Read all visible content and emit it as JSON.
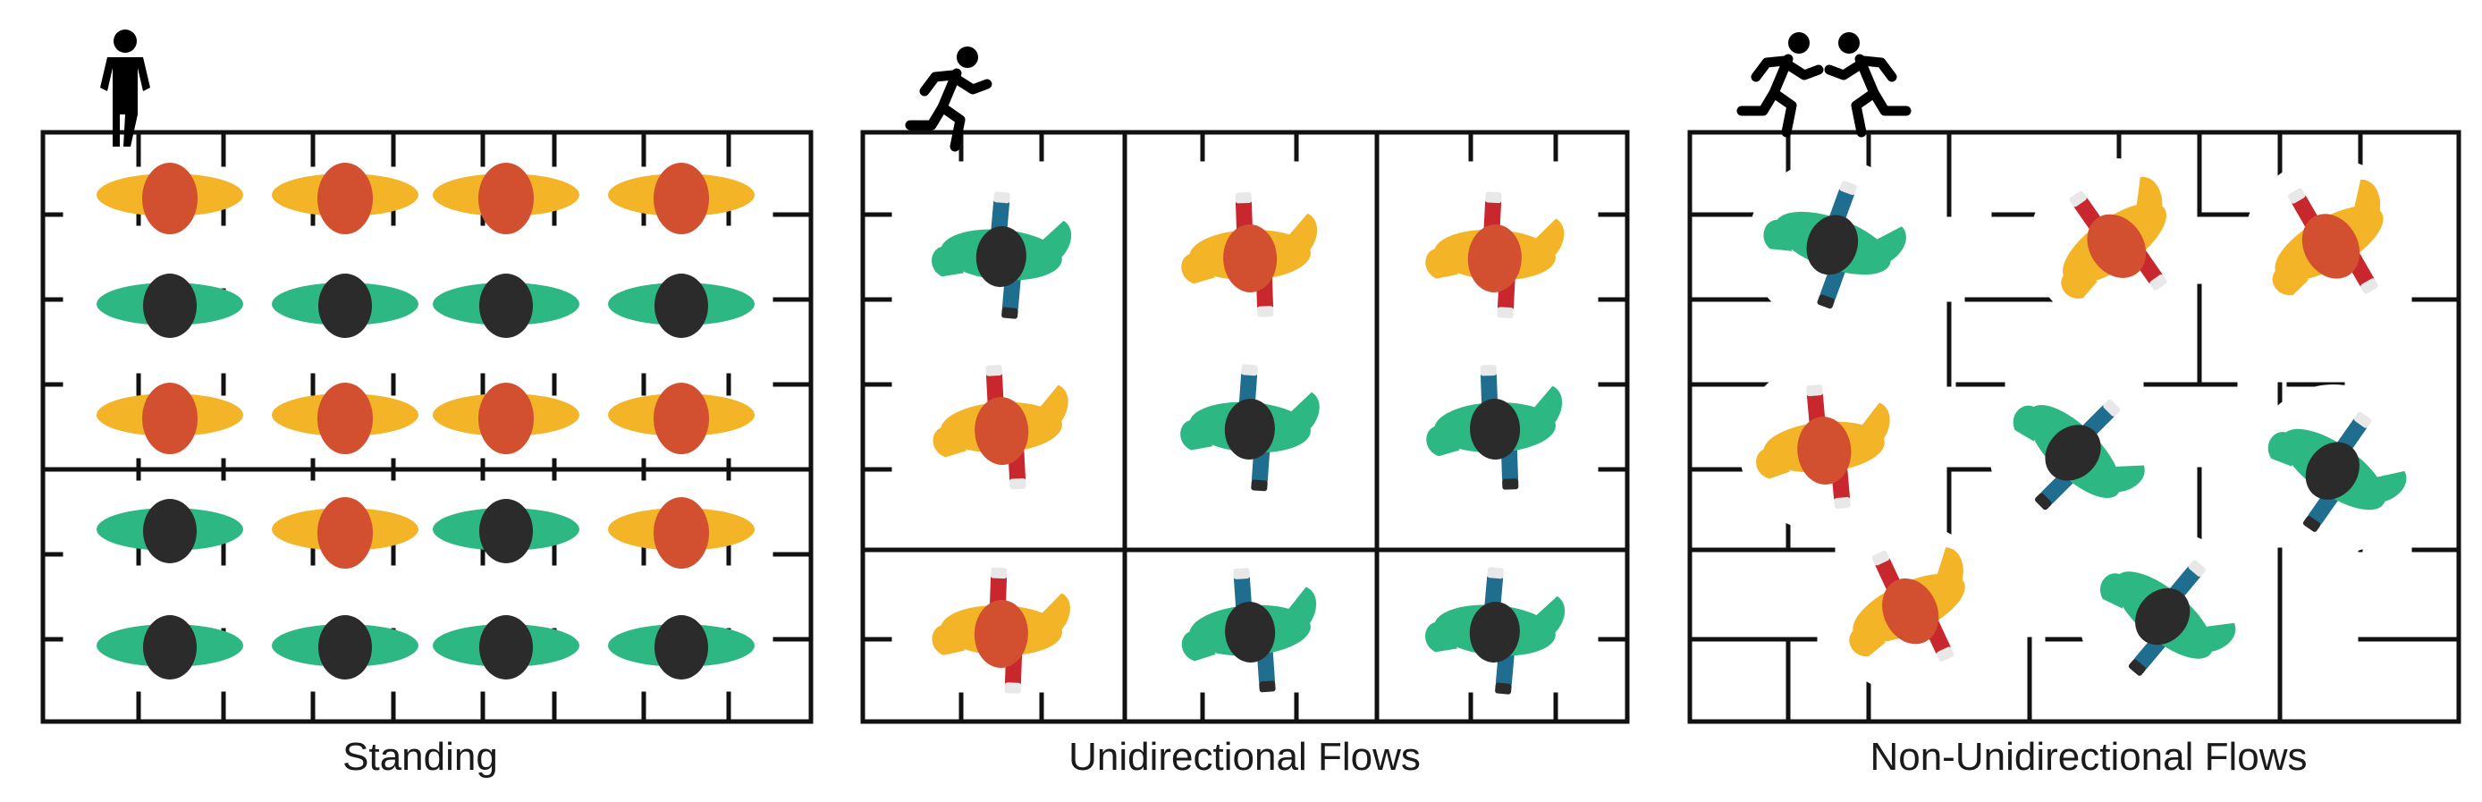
{
  "panels": [
    {
      "label": "Standing",
      "mode": "standing",
      "header_icon": "standing-person-icon",
      "rows": [
        [
          "yellow",
          "yellow",
          "yellow",
          "yellow"
        ],
        [
          "green",
          "green",
          "green",
          "green"
        ],
        [
          "yellow",
          "yellow",
          "yellow",
          "yellow"
        ],
        [
          "green",
          "yellow",
          "green",
          "yellow"
        ],
        [
          "green",
          "green",
          "green",
          "green"
        ]
      ]
    },
    {
      "label": "Unidirectional Flows",
      "mode": "unidirectional",
      "header_icon": "running-person-icon",
      "rows": [
        [
          "green",
          "yellow",
          "yellow"
        ],
        [
          "yellow",
          "green",
          "green"
        ],
        [
          "yellow",
          "green",
          "green"
        ]
      ]
    },
    {
      "label": "Non-Unidirectional Flows",
      "mode": "non-unidirectional",
      "header_icon": "two-running-people-icon",
      "people": [
        "green",
        "yellow",
        "yellow",
        "yellow",
        "green",
        "green",
        "yellow",
        "green"
      ]
    }
  ],
  "colors": {
    "yellow_body": "#F3B428",
    "orange_head": "#D2502F",
    "green_body": "#2DB783",
    "dark_head": "#2B2B2B",
    "red_leg": "#C8272D",
    "blue_leg": "#1F6E8F",
    "grid_line": "#111111"
  }
}
